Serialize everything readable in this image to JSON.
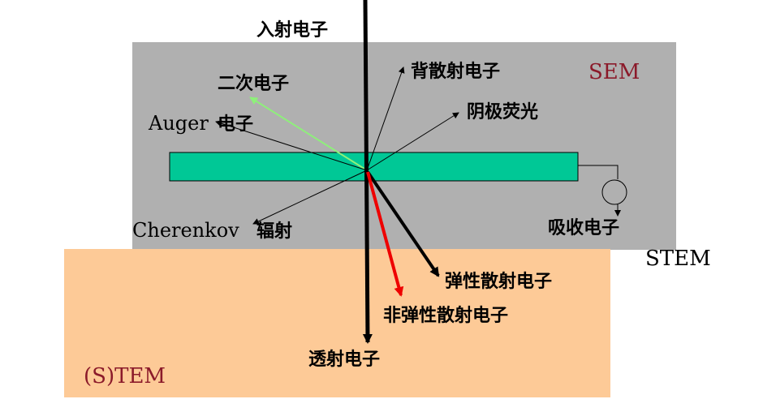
{
  "colors": {
    "sem_region": "#b0b0b0",
    "tem_region": "#fdca97",
    "sample": "#00c896",
    "secondary": "#8ef07a",
    "inelastic": "#ee0000",
    "region_label": "#8b1a2a"
  },
  "labels": {
    "incident": "入射电子",
    "secondary": "二次电子",
    "auger_prefix": "Auger",
    "auger_suffix": "电子",
    "backscattered": "背散射电子",
    "cathodoluminescence": "阴极荧光",
    "cherenkov_prefix": "Cherenkov",
    "cherenkov_suffix": "辐射",
    "absorbed": "吸收电子",
    "elastic": "弹性散射电子",
    "inelastic": "非弹性散射电子",
    "transmitted": "透射电子"
  },
  "regions": {
    "sem": "SEM",
    "stem": "STEM",
    "tem": "(S)TEM"
  }
}
